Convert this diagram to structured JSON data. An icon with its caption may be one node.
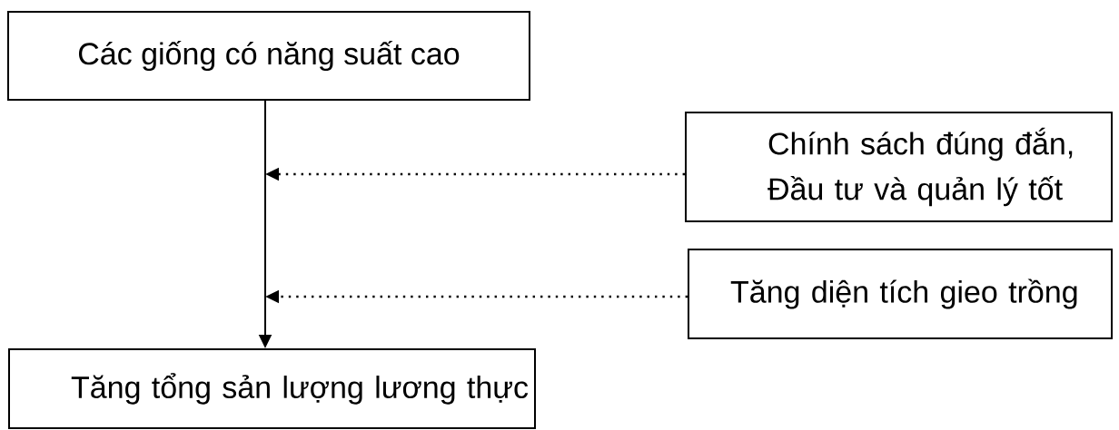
{
  "diagram": {
    "nodes": [
      {
        "text": [
          "Các giống có năng suất cao"
        ]
      },
      {
        "text": [
          "Chính sách đúng đắn, Đầu tư và quản lý tốt"
        ]
      },
      {
        "text": [
          "Tăng diện tích gieo trồng"
        ]
      },
      {
        "text": [
          "Tăng tổng sản lượng lương thực"
        ]
      }
    ],
    "edges": [
      {
        "from": 0,
        "to": 3,
        "arrow": "to"
      },
      {
        "from": 1,
        "to": null,
        "arrow": "to",
        "style": "dashed"
      },
      {
        "from": 2,
        "to": null,
        "arrow": "to",
        "style": "dashed"
      }
    ]
  }
}
